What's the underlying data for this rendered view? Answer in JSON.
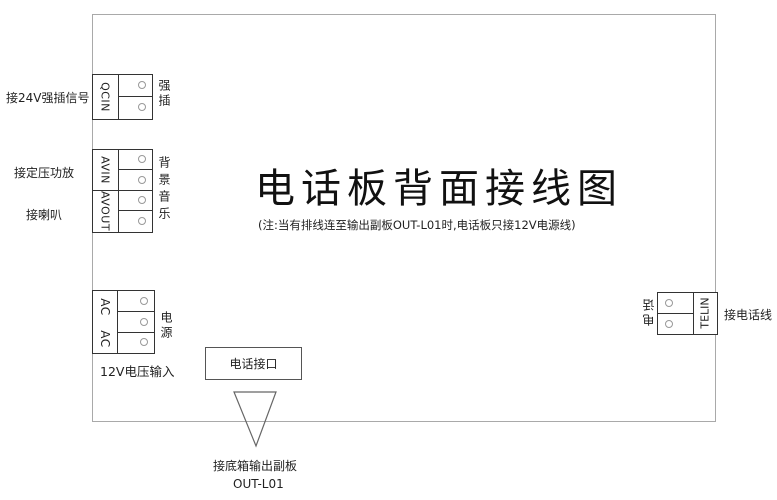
{
  "diagram": {
    "title": "电话板背面接线图",
    "note": "(注:当有排线连至输出副板OUT-L01时,电话板只接12V电源线)",
    "colors": {
      "board_border": "#a9a9a9",
      "block_border": "#333333",
      "circle": "#999999"
    }
  },
  "terminals": {
    "qcin": {
      "label": "QCIN",
      "side_text": "强插",
      "external_label": "接24V强插信号",
      "pins": 2
    },
    "av": {
      "rows": [
        {
          "label": "AVIN",
          "pins": 2,
          "external_label": "接定压功放"
        },
        {
          "label": "AVOUT",
          "pins": 2,
          "external_label": "接喇叭"
        }
      ],
      "side_text": "背景音乐"
    },
    "power": {
      "labels": [
        "AC",
        "AC"
      ],
      "side_text": "电源",
      "external_label": "12V电压输入",
      "pins": 3
    },
    "telin": {
      "label": "TELIN",
      "side_text": "电话",
      "external_label": "接电话线",
      "pins": 2
    }
  },
  "phone_interface": {
    "label": "电话接口",
    "connector_label_line1": "接底箱输出副板",
    "connector_label_line2": "OUT-L01"
  }
}
